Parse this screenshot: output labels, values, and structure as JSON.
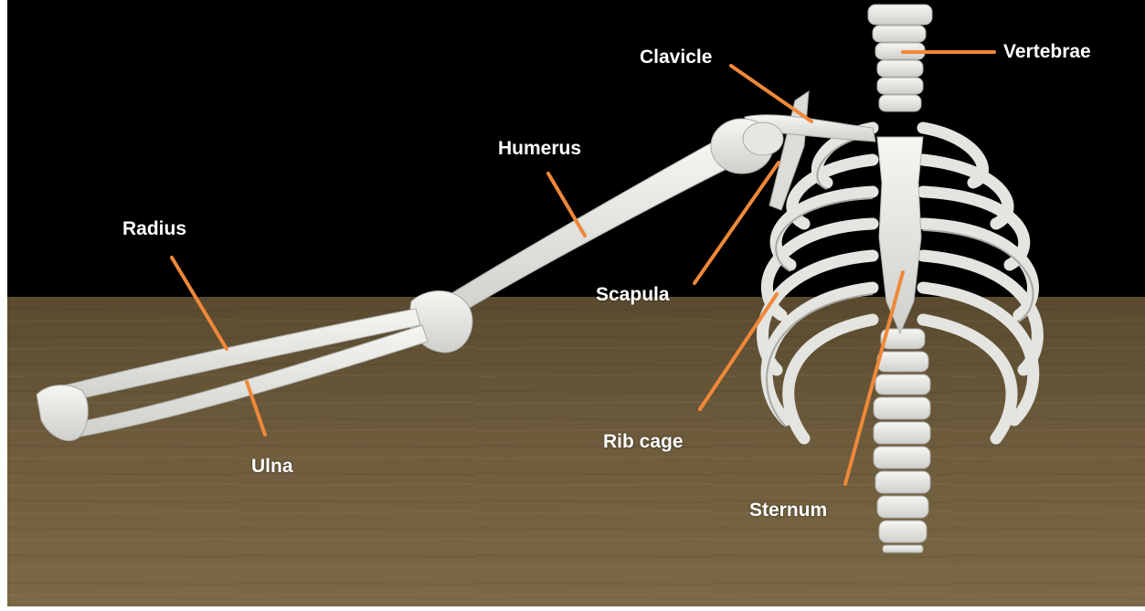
{
  "labels": {
    "clavicle": "Clavicle",
    "vertebrae": "Vertebrae",
    "humerus": "Humerus",
    "radius": "Radius",
    "scapula": "Scapula",
    "rib_cage": "Rib cage",
    "ulna": "Ulna",
    "sternum": "Sternum"
  },
  "colors": {
    "background_top": "#000000",
    "floor": "#6b5a3a",
    "bone": "#e9e9e6",
    "bone_shadow": "#b9b9b5",
    "leader_line": "#f0883a",
    "label_text": "#ffffff"
  }
}
